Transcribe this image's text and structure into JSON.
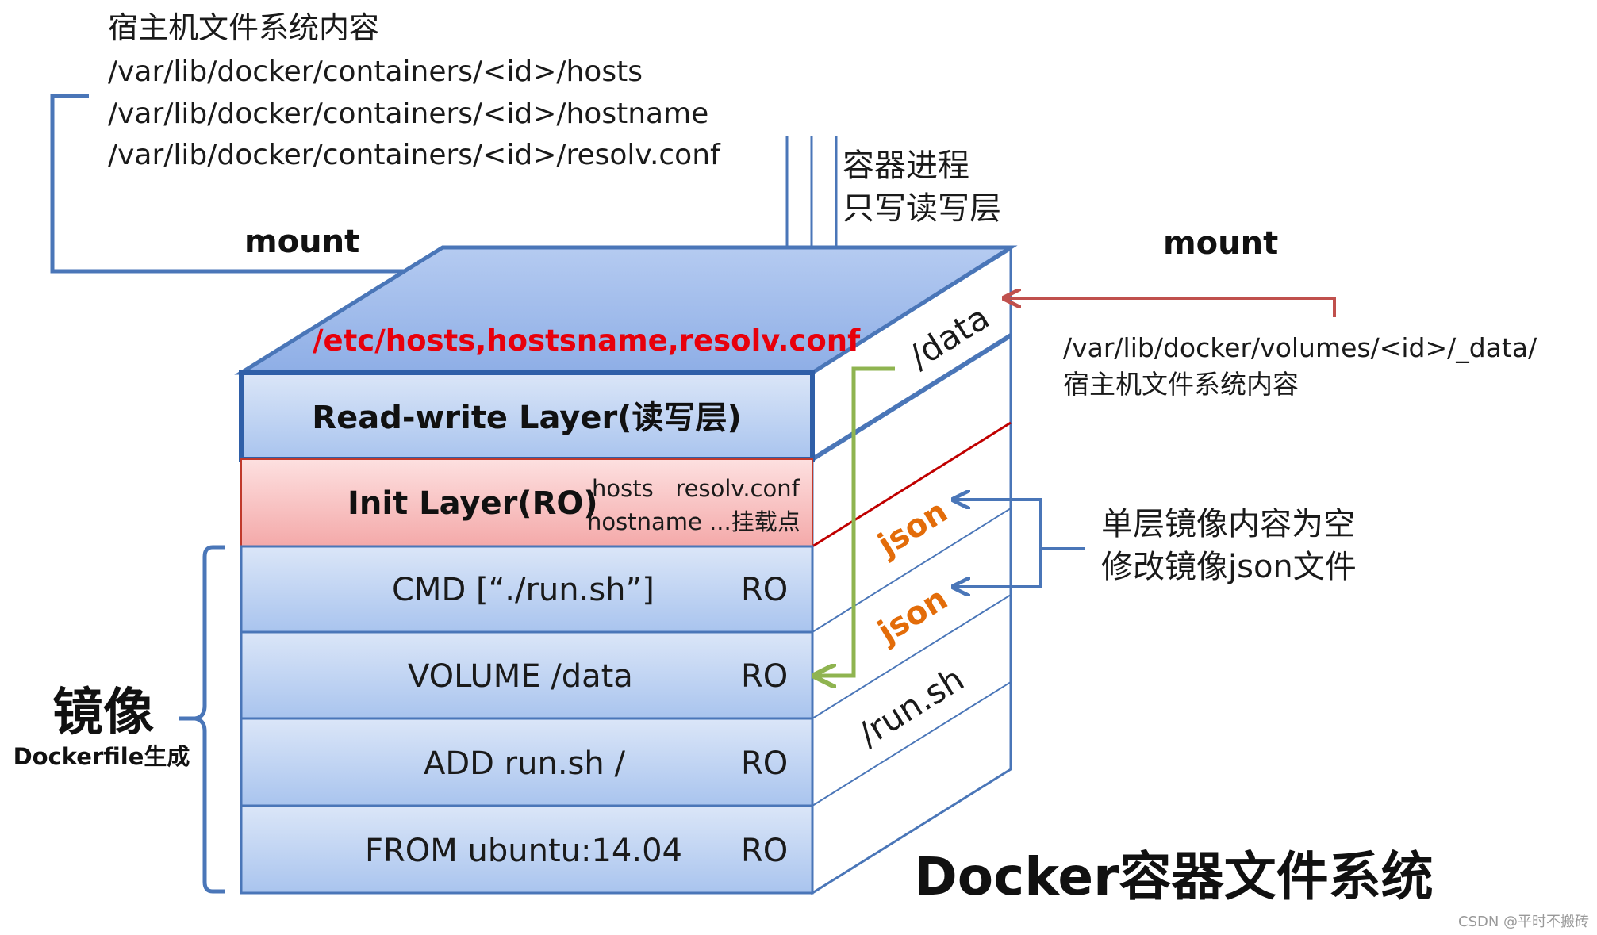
{
  "colors": {
    "layer_fill": "#a9c4ee",
    "layer_fill_light": "#dbe6f8",
    "layer_stroke": "#4a76b8",
    "init_fill": "#f6b8b8",
    "init_fill_light": "#fde0e0",
    "init_stroke": "#c0392b",
    "top_face": "#9bb8ea",
    "mount_red": "#c0504d",
    "mount_green": "#8fb450",
    "blue_line": "#4a76b8",
    "red_text": "#e8000b",
    "json_orange": "#e36c09"
  },
  "host_files": {
    "title": "宿主机文件系统内容",
    "lines": [
      "/var/lib/docker/containers/<id>/hosts",
      "/var/lib/docker/containers/<id>/hostname",
      "/var/lib/docker/containers/<id>/resolv.conf"
    ]
  },
  "mount_left_label": "mount",
  "mount_right_label": "mount",
  "process_note": [
    "容器进程",
    "只写读写层"
  ],
  "top_face_text": "/etc/hosts,hostsname,resolv.conf",
  "volume_source": {
    "path": "/var/lib/docker/volumes/<id>/_data/",
    "desc": "宿主机文件系统内容"
  },
  "side_labels": {
    "data": "/data",
    "json_1": "json",
    "json_2": "json",
    "run_sh": "/run.sh"
  },
  "empty_layer_note": [
    "单层镜像内容为空",
    "修改镜像json文件"
  ],
  "layers": {
    "rw": "Read-write Layer(读写层)",
    "init_title": "Init Layer(RO)",
    "init_files_1": "hosts   resolv.conf",
    "init_files_2": "hostname ...挂载点",
    "image": [
      {
        "cmd": "CMD [“./run.sh”]",
        "mode": "RO"
      },
      {
        "cmd": "VOLUME /data",
        "mode": "RO"
      },
      {
        "cmd": "ADD run.sh /",
        "mode": "RO"
      },
      {
        "cmd": "FROM ubuntu:14.04",
        "mode": "RO"
      }
    ]
  },
  "image_brace": {
    "title": "镜像",
    "subtitle": "Dockerfile生成"
  },
  "diagram_title": "Docker容器文件系统",
  "watermark": "CSDN @平时不搬砖"
}
